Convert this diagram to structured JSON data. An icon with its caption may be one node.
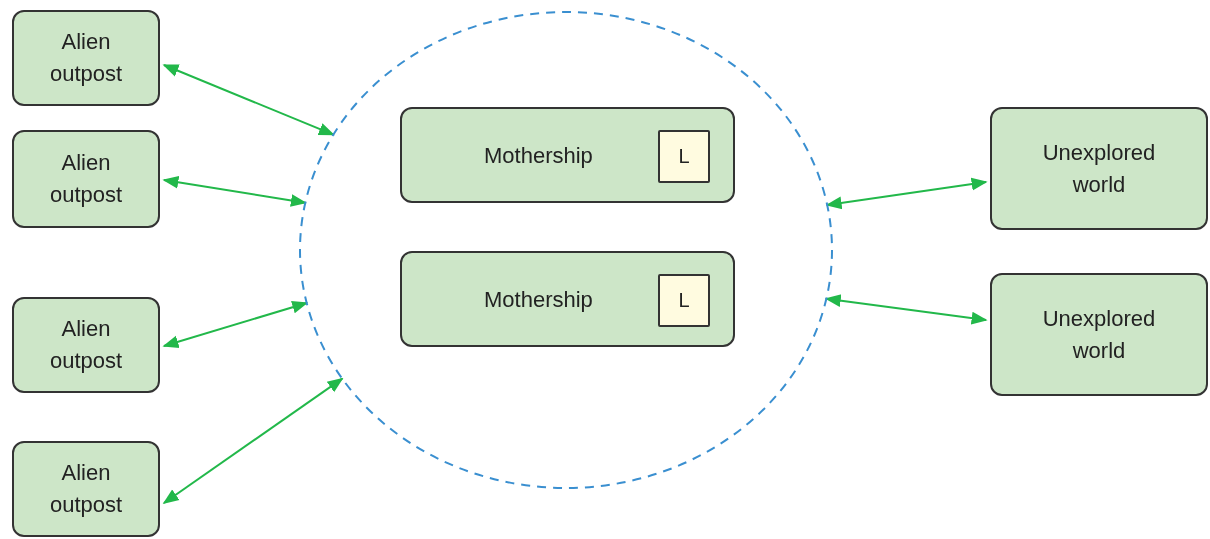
{
  "diagram": {
    "nodes": [
      {
        "text": [
          "Alien outpost"
        ]
      },
      {
        "text": [
          "Alien outpost"
        ]
      },
      {
        "text": [
          "Alien outpost"
        ]
      },
      {
        "text": [
          "Alien outpost"
        ]
      },
      {
        "text": [],
        "shape": "circle"
      },
      {
        "text": [
          "Mothership"
        ],
        "in": 4
      },
      {
        "text": [
          "L"
        ],
        "in": 5
      },
      {
        "text": [
          "Mothership"
        ],
        "in": 4
      },
      {
        "text": [
          "L"
        ],
        "in": 7
      },
      {
        "text": [
          "Unexplored world"
        ]
      },
      {
        "text": [
          "Unexplored world"
        ]
      }
    ],
    "edges": [
      {
        "from": 0,
        "to": 4,
        "arrow": "both"
      },
      {
        "from": 1,
        "to": 4,
        "arrow": "both"
      },
      {
        "from": 2,
        "to": 4,
        "arrow": "both"
      },
      {
        "from": 3,
        "to": 4,
        "arrow": "both"
      },
      {
        "from": 4,
        "to": 9,
        "arrow": "both"
      },
      {
        "from": 4,
        "to": 10,
        "arrow": "both"
      }
    ]
  }
}
